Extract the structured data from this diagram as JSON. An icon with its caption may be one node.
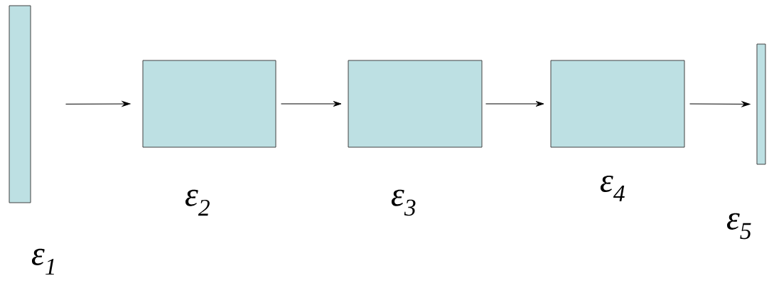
{
  "diagram": {
    "nodes": [
      {
        "text": [],
        "shape": "box",
        "beside": [
          "ε$_{1}$"
        ]
      },
      {
        "text": [],
        "shape": "box",
        "beside": [
          "ε$_{2}$"
        ]
      },
      {
        "text": [],
        "shape": "box",
        "beside": [
          "ε$_{3}$"
        ]
      },
      {
        "text": [],
        "shape": "box",
        "beside": [
          "ε$_{4}$"
        ]
      },
      {
        "text": [],
        "shape": "box",
        "beside": [
          "ε$_{5}$"
        ]
      }
    ],
    "edges": [
      {
        "from": 0,
        "to": 1,
        "arrow": "to"
      },
      {
        "from": 1,
        "to": 2,
        "arrow": "to"
      },
      {
        "from": 2,
        "to": 3,
        "arrow": "to"
      },
      {
        "from": 3,
        "to": 4,
        "arrow": "to"
      }
    ]
  }
}
